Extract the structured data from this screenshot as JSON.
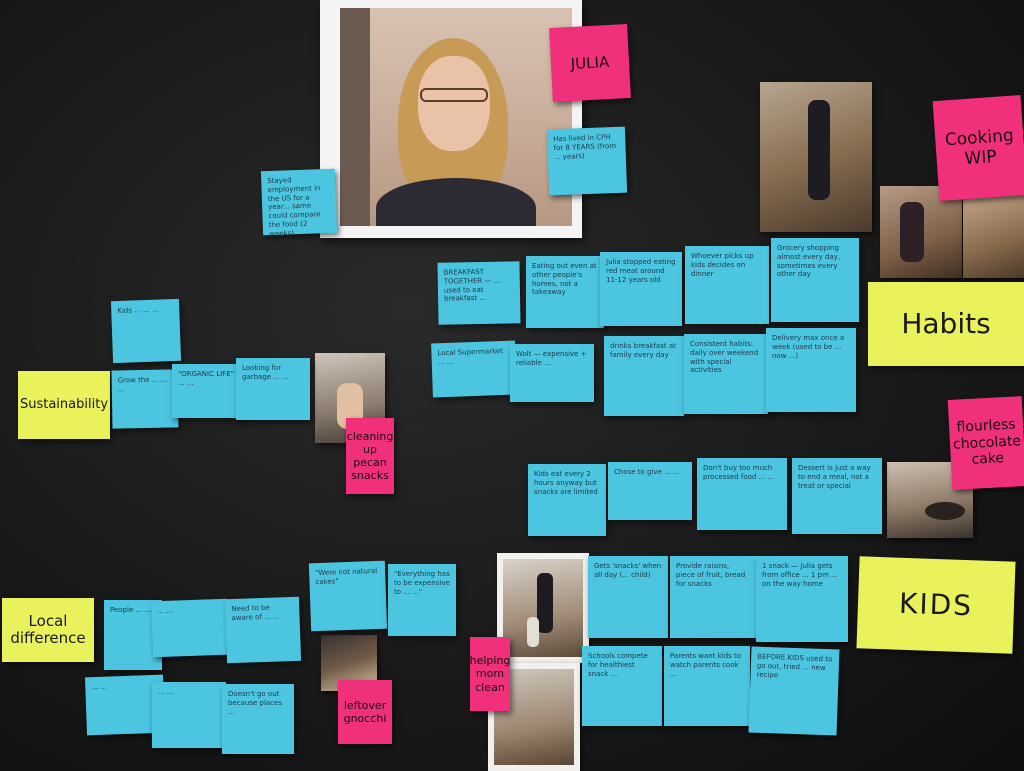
{
  "labels": {
    "julia": "JULIA",
    "cooking_wip": "Cooking WIP",
    "habits": "Habits",
    "flourless_cake": "flourless chocolate cake",
    "sustainability": "Sustainability",
    "cleaning_snacks": "cleaning up pecan snacks",
    "kids": "KIDS",
    "local_difference": "Local difference",
    "helping_mom_clean": "helping mom clean",
    "leftover_gnocchi": "leftover gnocchi"
  },
  "notes": {
    "n1": "Stayed employment in the US for a year... same could compare the food (2 weeks)",
    "n2": "Has lived in CPH for 8 YEARS (from ... years)",
    "n3": "BREAKFAST TOGETHER — ... used to eat breakfast ...",
    "n4": "Eating out even at other people's homes, not a takeaway",
    "n5": "Julia stopped eating red meat around 11-12 years old",
    "n6": "Whoever picks up kids decides on dinner",
    "n7": "Grocery shopping almost every day, sometimes every other day",
    "n8": "Kids ... ... ...",
    "n9": "Grow the ... ... ...",
    "n10": "\"ORGANIC LIFE\" ... ...",
    "n11": "Looking for garbage ... ...",
    "n12": "Local Supermarket ... ...",
    "n13": "Wolt — expensive + reliable ...",
    "n14": "drinks breakfast at family every day",
    "n15": "Consistent habits: daily over weekend with special activities",
    "n16": "Delivery max once a week (used to be ... now ...)",
    "n17": "Kids eat every 2 hours anyway but snacks are limited",
    "n18": "Chose to give ... ...",
    "n19": "Don't buy too much processed food ... ...",
    "n20": "Dessert is just a way to end a meal, not a treat or special",
    "n21": "\"Were not natural cakes\"",
    "n22": "\"Everything has to be expensive to ... ...\"",
    "n23": "Gets 'snacks' when all day (... child)",
    "n24": "Provide raisins, piece of fruit, bread for snacks",
    "n25": "1 snack — Julia gets from office ... 1 pm ... on the way home",
    "n26": "People ... ...",
    "n27": "... ...",
    "n28": "Need to be aware of ... ...",
    "n29": "Schools compete for healthiest snack ...",
    "n30": "Parents want kids to watch parents cook ...",
    "n31": "BEFORE KIDS used to go out, tried ... new recipe",
    "n32": "... ...",
    "n33": "... ...",
    "n34": "Doesn't go out because places ..."
  },
  "colors": {
    "note_blue": "#4cc6e0",
    "note_yellow": "#e9f25a",
    "note_pink": "#f0307a",
    "board": "#1a1a1a"
  }
}
